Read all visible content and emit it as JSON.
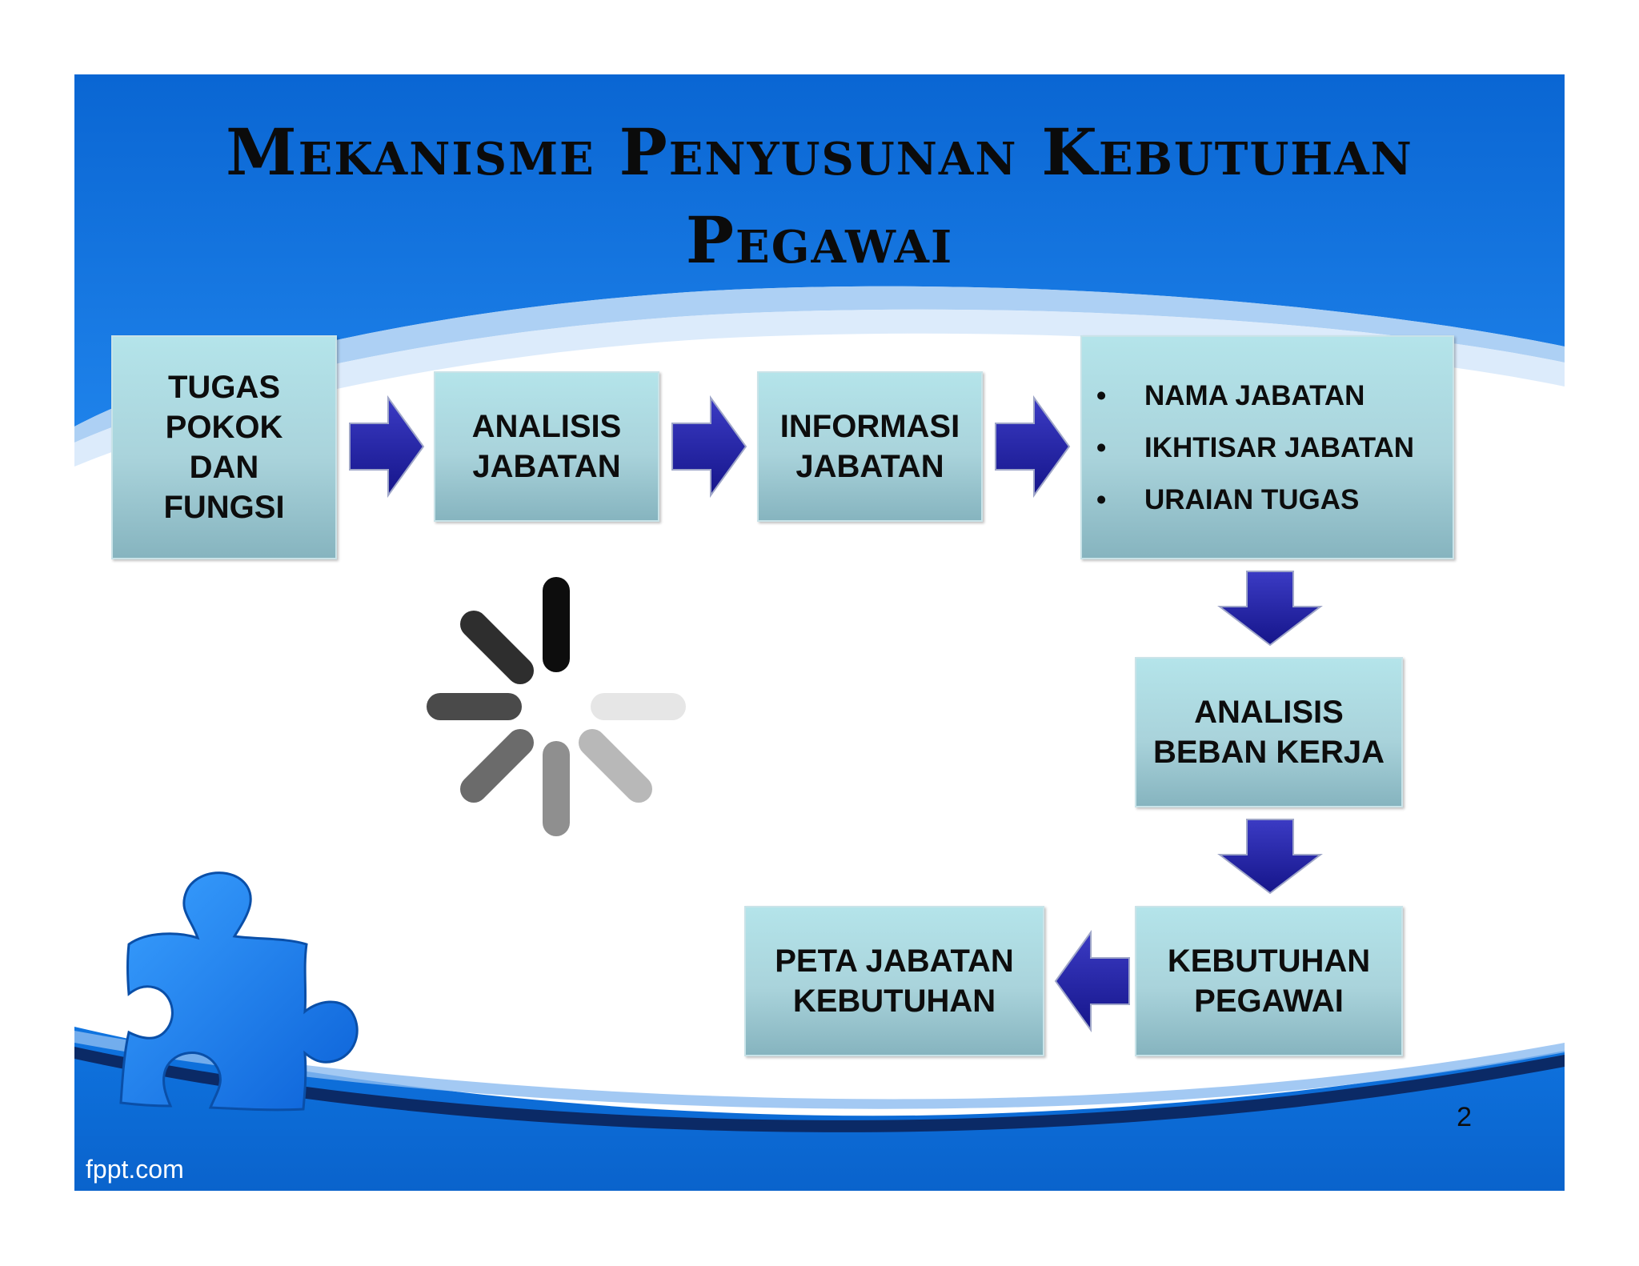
{
  "title": {
    "line1": "Mekanisme Penyusunan Kebutuhan",
    "line2": "Pegawai"
  },
  "boxes": {
    "tupoksi": "TUGAS POKOK DAN FUNGSI",
    "analisis_jabatan": "ANALISIS JABATAN",
    "informasi_jabatan": "INFORMASI JABATAN",
    "list_items": [
      "NAMA JABATAN",
      "IKHTISAR JABATAN",
      "URAIAN TUGAS"
    ],
    "abk": "ANALISIS BEBAN KERJA",
    "kebutuhan_pegawai": "KEBUTUHAN PEGAWAI",
    "peta_jabatan": "PETA JABATAN KEBUTUHAN"
  },
  "page_number": "2",
  "footer": "fppt.com",
  "colors": {
    "top_blue": "#0d6fd8",
    "arrow_blue": "#2a2aa6",
    "box_fill": "#a9d3db"
  },
  "icons": [
    "loading-spinner-icon",
    "puzzle-piece-icon",
    "arrow-right-icon",
    "arrow-down-icon",
    "arrow-left-icon"
  ]
}
